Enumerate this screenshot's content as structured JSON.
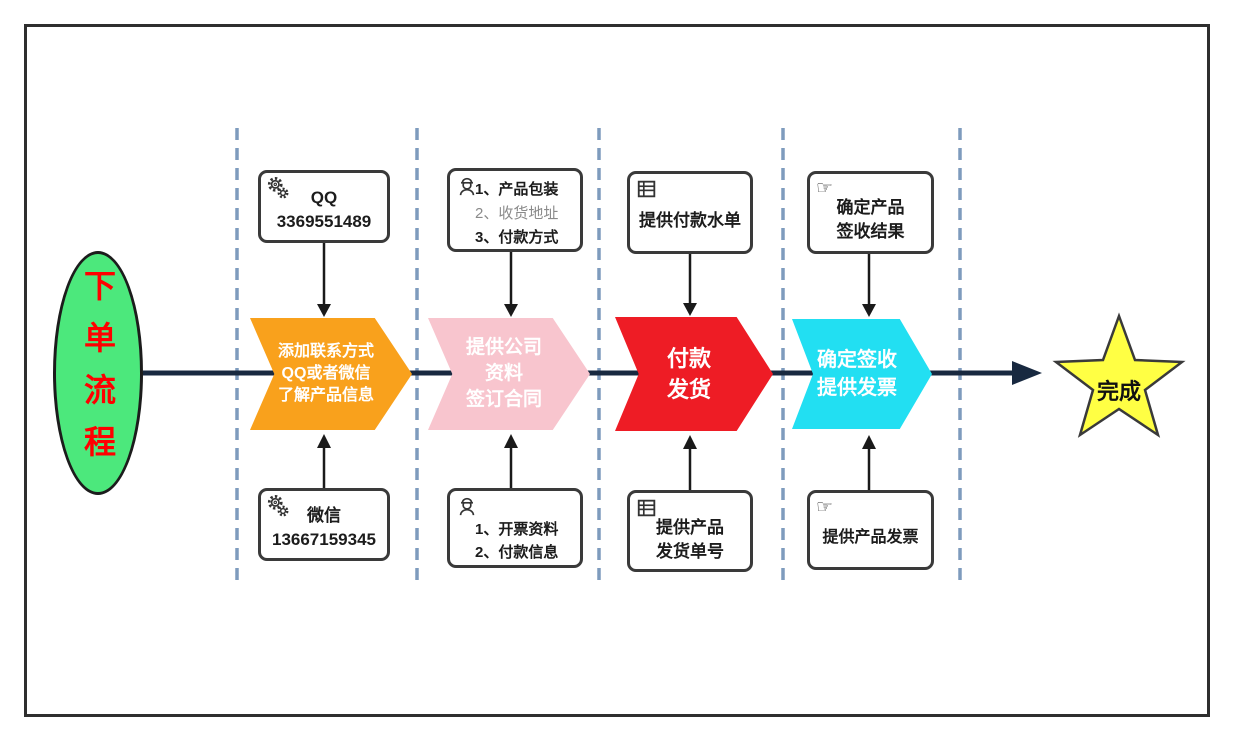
{
  "colors": {
    "frame_border": "#2e2e2e",
    "ellipse_fill": "#4ce87c",
    "ellipse_text": "#ff0000",
    "main_line": "#182940",
    "divider_dash": "#7e9bbd",
    "connector": "#1a1a1a",
    "box_border": "#3a3a3a",
    "star_fill": "#ffff44",
    "star_border": "#3a3a3a",
    "chevron_orange": "#f9a11c",
    "chevron_pink": "#f8c5ce",
    "chevron_red": "#ee1c25",
    "chevron_cyan": "#22dff2"
  },
  "start": {
    "label": "下单流程"
  },
  "finish": {
    "label": "完成"
  },
  "icons": {
    "contact": "gears-icon",
    "details": "worker-icon",
    "document": "table-icon",
    "confirm": "pointing-hand-icon",
    "hand_glyph": "☞"
  },
  "columns": [
    {
      "top_box": {
        "icon": "gears-icon",
        "lines": [
          "QQ",
          "3369551489"
        ]
      },
      "chevron": {
        "color": "#f9a11c",
        "lines": [
          "添加联系方式",
          "QQ或者微信",
          "了解产品信息"
        ]
      },
      "bottom_box": {
        "icon": "gears-icon",
        "lines": [
          "微信",
          "13667159345"
        ]
      }
    },
    {
      "top_box": {
        "icon": "worker-icon",
        "lines": [
          "1、产品包装",
          "2、收货地址",
          "3、付款方式"
        ]
      },
      "chevron": {
        "color": "#f8c5ce",
        "lines": [
          "提供公司",
          "资料",
          "签订合同"
        ]
      },
      "bottom_box": {
        "icon": "worker-icon",
        "lines": [
          "1、开票资料",
          "2、付款信息"
        ]
      }
    },
    {
      "top_box": {
        "icon": "table-icon",
        "lines": [
          "提供付款水单"
        ]
      },
      "chevron": {
        "color": "#ee1c25",
        "lines": [
          "付款",
          "发货"
        ]
      },
      "bottom_box": {
        "icon": "table-icon",
        "lines": [
          "提供产品",
          "发货单号"
        ]
      }
    },
    {
      "top_box": {
        "icon": "pointing-hand-icon",
        "lines": [
          "确定产品",
          "签收结果"
        ]
      },
      "chevron": {
        "color": "#22dff2",
        "lines": [
          "确定签收",
          "提供发票"
        ]
      },
      "bottom_box": {
        "icon": "pointing-hand-icon",
        "lines": [
          "提供产品发票"
        ]
      }
    }
  ]
}
